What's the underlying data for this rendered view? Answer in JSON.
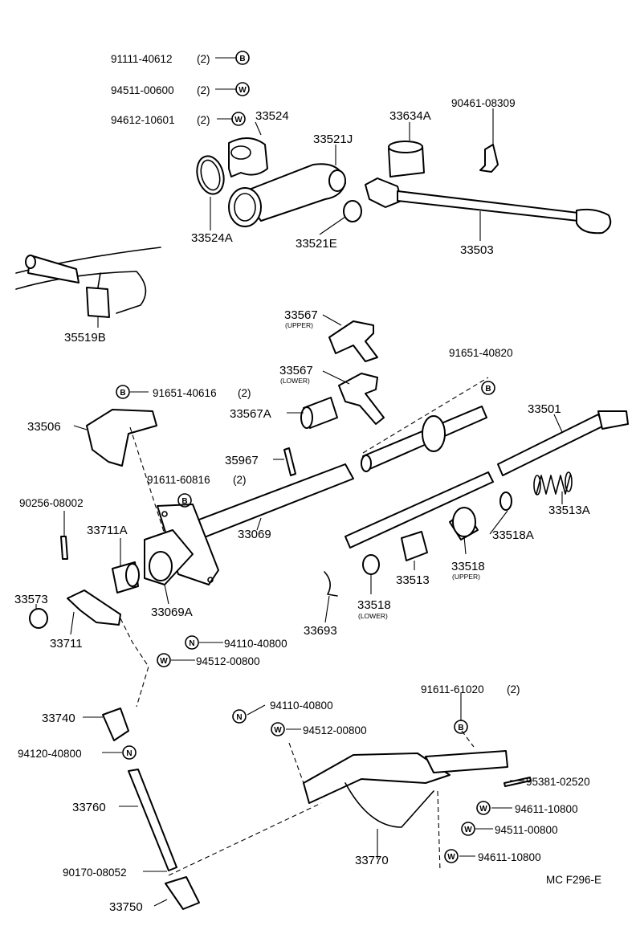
{
  "diagram_code": "MC F296-E",
  "parts": [
    {
      "id": "p_91111",
      "number": "91111-40612",
      "qty": "(2)",
      "symbol": "B"
    },
    {
      "id": "p_94511a",
      "number": "94511-00600",
      "qty": "(2)",
      "symbol": "W"
    },
    {
      "id": "p_94612",
      "number": "94612-10601",
      "qty": "(2)",
      "symbol": "W"
    },
    {
      "id": "p_33524",
      "number": "33524"
    },
    {
      "id": "p_33524A",
      "number": "33524A"
    },
    {
      "id": "p_33521J",
      "number": "33521J"
    },
    {
      "id": "p_33521E",
      "number": "33521E"
    },
    {
      "id": "p_33634A",
      "number": "33634A"
    },
    {
      "id": "p_90461",
      "number": "90461-08309"
    },
    {
      "id": "p_33503",
      "number": "33503"
    },
    {
      "id": "p_35519B",
      "number": "35519B"
    },
    {
      "id": "p_33567U",
      "number": "33567",
      "note": "(UPPER)"
    },
    {
      "id": "p_33567L",
      "number": "33567",
      "note": "(LOWER)"
    },
    {
      "id": "p_33567A",
      "number": "33567A"
    },
    {
      "id": "p_91651b",
      "number": "91651-40820",
      "symbol": "B"
    },
    {
      "id": "p_91651a",
      "number": "91651-40616",
      "qty": "(2)",
      "symbol": "B"
    },
    {
      "id": "p_33506",
      "number": "33506"
    },
    {
      "id": "p_35967",
      "number": "35967"
    },
    {
      "id": "p_91611a",
      "number": "91611-60816",
      "qty": "(2)",
      "symbol": "B"
    },
    {
      "id": "p_33501",
      "number": "33501"
    },
    {
      "id": "p_33513A",
      "number": "33513A"
    },
    {
      "id": "p_90256",
      "number": "90256-08002"
    },
    {
      "id": "p_33711A",
      "number": "33711A"
    },
    {
      "id": "p_33069",
      "number": "33069"
    },
    {
      "id": "p_33518A",
      "number": "33518A"
    },
    {
      "id": "p_33518U",
      "number": "33518",
      "note": "(UPPER)"
    },
    {
      "id": "p_33513",
      "number": "33513"
    },
    {
      "id": "p_33518L",
      "number": "33518",
      "note": "(LOWER)"
    },
    {
      "id": "p_33573",
      "number": "33573"
    },
    {
      "id": "p_33069A",
      "number": "33069A"
    },
    {
      "id": "p_33693",
      "number": "33693"
    },
    {
      "id": "p_33711",
      "number": "33711"
    },
    {
      "id": "p_94110a",
      "number": "94110-40800",
      "symbol": "N"
    },
    {
      "id": "p_94512a",
      "number": "94512-00800",
      "symbol": "W"
    },
    {
      "id": "p_91611b",
      "number": "91611-61020",
      "qty": "(2)",
      "symbol": "B"
    },
    {
      "id": "p_94110b",
      "number": "94110-40800",
      "symbol": "N"
    },
    {
      "id": "p_94512b",
      "number": "94512-00800",
      "symbol": "W"
    },
    {
      "id": "p_33740",
      "number": "33740"
    },
    {
      "id": "p_94120",
      "number": "94120-40800",
      "symbol": "N"
    },
    {
      "id": "p_95381",
      "number": "95381-02520"
    },
    {
      "id": "p_94611a",
      "number": "94611-10800",
      "symbol": "W"
    },
    {
      "id": "p_33760",
      "number": "33760"
    },
    {
      "id": "p_94511b",
      "number": "94511-00800",
      "symbol": "W"
    },
    {
      "id": "p_94611b",
      "number": "94611-10800",
      "symbol": "W"
    },
    {
      "id": "p_33770",
      "number": "33770"
    },
    {
      "id": "p_90170",
      "number": "90170-08052"
    },
    {
      "id": "p_33750",
      "number": "33750"
    }
  ]
}
